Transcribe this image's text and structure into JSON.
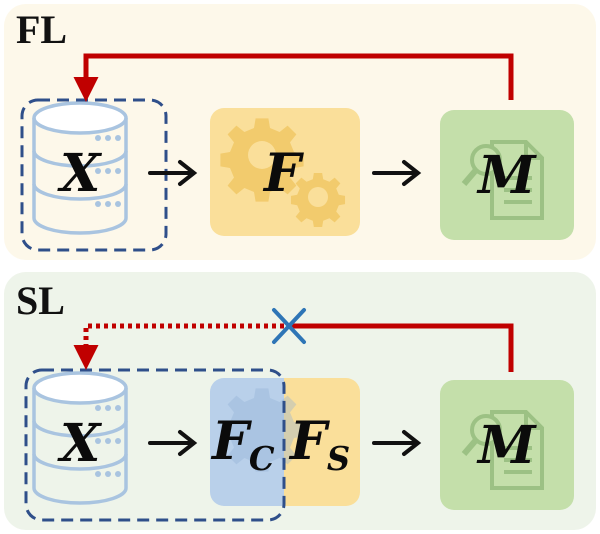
{
  "fl": {
    "title": "FL",
    "data_label": "X",
    "feature_label": "F",
    "model_label": "M"
  },
  "sl": {
    "title": "SL",
    "data_label": "X",
    "client_label_main": "F",
    "client_label_sub": "C",
    "server_label_main": "F",
    "server_label_sub": "S",
    "model_label": "M"
  },
  "colors": {
    "fl_background": "#fdf8ea",
    "sl_background": "#eef4ea",
    "feedback_arrow": "#c00000",
    "blocked_cross": "#2e75b6",
    "dashed_boundary": "#2f4f8a",
    "feature_box": "#fadf9a",
    "model_box": "#c4dfaa",
    "client_box": "#b9d0ea",
    "database_icon": "#a9c4e0"
  },
  "icons": {
    "database": "database-icon",
    "gears": "gears-icon",
    "document_search": "document-search-icon",
    "blocked": "cross-icon"
  }
}
